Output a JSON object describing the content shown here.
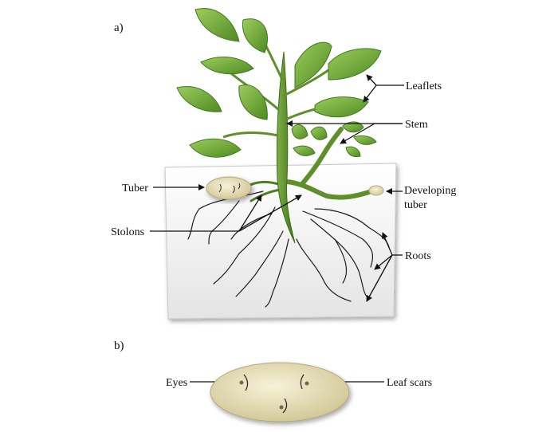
{
  "panels": {
    "a": "a)",
    "b": "b)"
  },
  "labels": {
    "leaflets": "Leaflets",
    "stem": "Stem",
    "tuber": "Tuber",
    "developing_tuber_line1": "Developing",
    "developing_tuber_line2": "tuber",
    "stolons": "Stolons",
    "roots": "Roots",
    "eyes": "Eyes",
    "leaf_scars": "Leaf scars"
  },
  "colors": {
    "leaf": "#6fa53a",
    "leaf_dark": "#3f7a1c",
    "stem": "#5e8f2a",
    "soil": "#f1f1f1",
    "tuber": "#e6dfb8",
    "root": "#222222"
  }
}
